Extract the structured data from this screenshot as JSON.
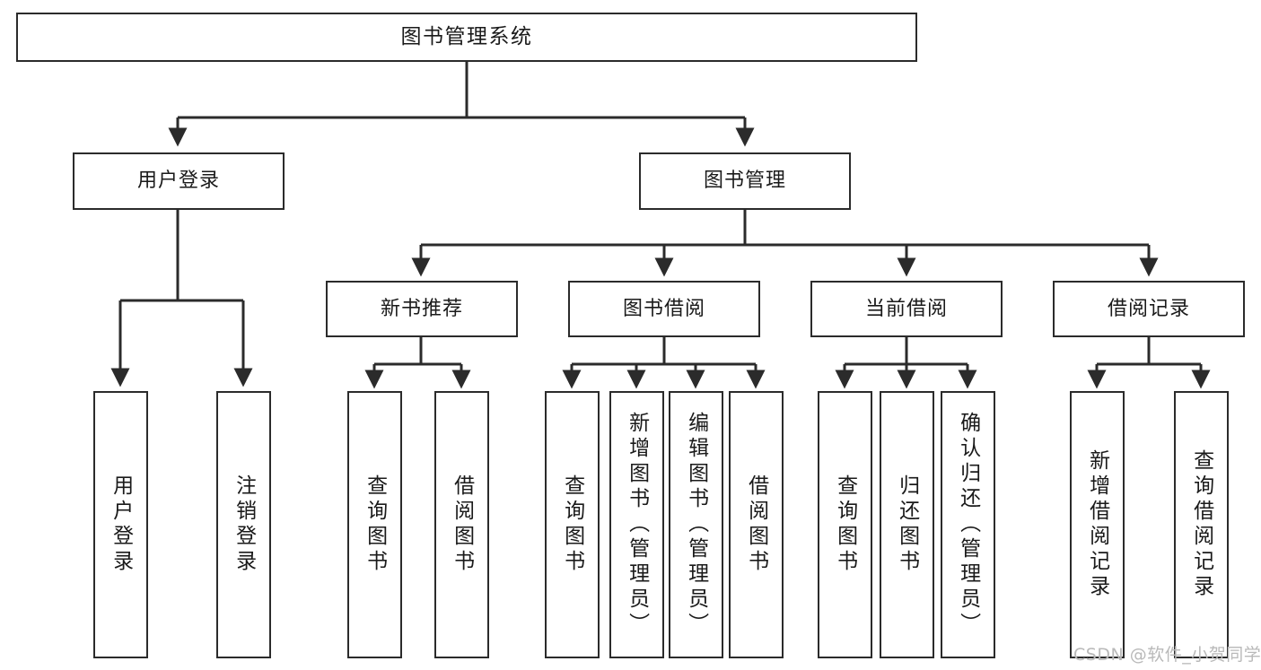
{
  "diagram": {
    "title": "图书管理系统",
    "type": "tree-hierarchy-chart",
    "colors": {
      "box_border": "#2b2b2b",
      "box_fill": "#ffffff",
      "line": "#2b2b2b",
      "text": "#1a1a1a",
      "watermark": "#b9b9b9",
      "canvas": "#ffffff"
    },
    "watermark": "CSDN @软件_小贺同学"
  },
  "nodes": {
    "root": {
      "label": "图书管理系统"
    },
    "level2": [
      {
        "label": "用户登录"
      },
      {
        "label": "图书管理"
      }
    ],
    "level3": [
      {
        "label": "新书推荐"
      },
      {
        "label": "图书借阅"
      },
      {
        "label": "当前借阅"
      },
      {
        "label": "借阅记录"
      }
    ],
    "leaves": {
      "user_login": [
        {
          "label": "用户登录"
        },
        {
          "label": "注销登录"
        }
      ],
      "new_book_rec": [
        {
          "label": "查询图书"
        },
        {
          "label": "借阅图书"
        }
      ],
      "book_borrow": [
        {
          "label": "查询图书"
        },
        {
          "label": "新增图书（管理员）"
        },
        {
          "label": "编辑图书（管理员）"
        },
        {
          "label": "借阅图书"
        }
      ],
      "current_borrow": [
        {
          "label": "查询图书"
        },
        {
          "label": "归还图书"
        },
        {
          "label": "确认归还（管理员）"
        }
      ],
      "borrow_record": [
        {
          "label": "新增借阅记录"
        },
        {
          "label": "查询借阅记录"
        }
      ]
    }
  }
}
